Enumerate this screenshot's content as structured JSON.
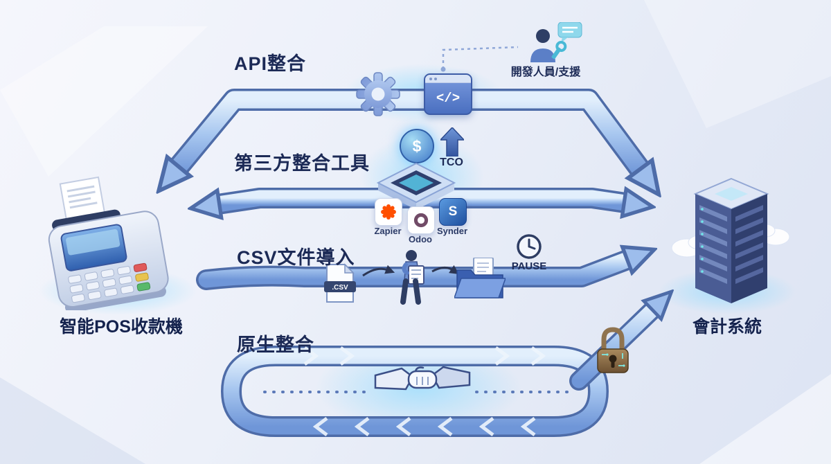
{
  "nodes": {
    "pos": {
      "label": "智能POS收款機"
    },
    "accounting": {
      "label": "會計系統"
    }
  },
  "paths": {
    "api": {
      "label": "API整合",
      "code_text": "</>",
      "support_label": "開發人員/支援"
    },
    "third_party": {
      "label": "第三方整合工具",
      "coin_symbol": "$",
      "tco_label": "TCO",
      "tools": [
        {
          "name": "Zapier"
        },
        {
          "name": "Odoo"
        },
        {
          "name": "Synder",
          "badge_letter": "S"
        }
      ]
    },
    "csv": {
      "label": "CSV文件導入",
      "file_badge": ".CSV",
      "pause_label": "PAUSE"
    },
    "native": {
      "label": "原生整合"
    }
  },
  "icons": {
    "gear-icon": "gear",
    "code-window-icon": "code brackets window",
    "developer-icon": "person with speech bubble and wrench",
    "coin-icon": "dollar coin",
    "tco-arrow-icon": "upward block arrow",
    "platform-cube-icon": "isometric platform cube",
    "zapier-icon": "orange asterisk",
    "odoo-icon": "purple ring",
    "synder-icon": "blue tile with S",
    "csv-file-icon": "document with .CSV band",
    "carrier-icon": "person carrying document",
    "folder-icon": "folder with document",
    "pause-clock-icon": "clock",
    "handshake-icon": "handshake",
    "padlock-icon": "padlock",
    "pos-terminal-icon": "POS terminal with receipt",
    "server-icon": "server tower with clouds"
  },
  "colors": {
    "band_light": "#e2effc",
    "band_mid": "#a9c8f0",
    "band_deep": "#6f96d8",
    "band_outline": "#4e6ca8",
    "text_navy": "#1c2a56",
    "zapier_orange": "#ff4f00",
    "odoo_purple": "#714B67",
    "synder_blue": "#2f6fc4",
    "glow_cyan": "#7fd4ff"
  }
}
